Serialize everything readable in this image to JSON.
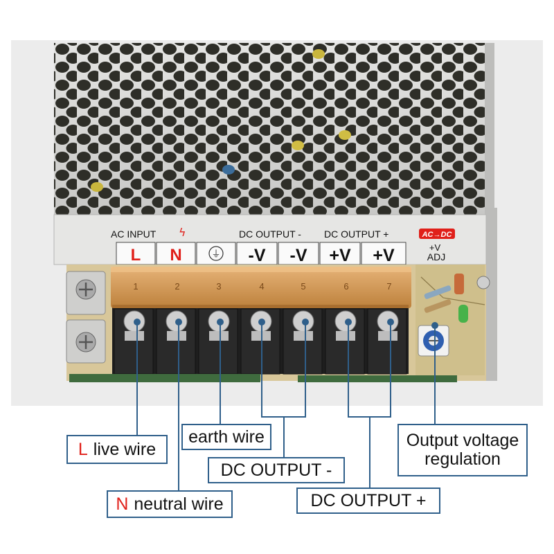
{
  "panel": {
    "ac_input": "AC INPUT",
    "lightning_symbol": "ϟ",
    "dc_output_minus": "DC OUTPUT -",
    "dc_output_plus": "DC OUTPUT +",
    "acdc_badge": "AC→DC",
    "terminals": [
      "L",
      "N",
      "⏚",
      "-V",
      "-V",
      "+V",
      "+V"
    ],
    "adj_top": "+V",
    "adj_bottom": "ADJ",
    "terminal_numbers": [
      "1",
      "2",
      "3",
      "4",
      "5",
      "6",
      "7"
    ]
  },
  "callouts": {
    "live": {
      "letter": "L",
      "text": "live wire"
    },
    "neutral": {
      "letter": "N",
      "text": "neutral wire"
    },
    "earth": {
      "text": "earth wire"
    },
    "dc_minus": {
      "text": "DC OUTPUT -"
    },
    "dc_plus": {
      "text": "DC OUTPUT +"
    },
    "adj": {
      "line1": "Output voltage",
      "line2": "regulation"
    }
  },
  "colors": {
    "accent_red": "#e0201a",
    "line_blue": "#2f5f8a",
    "terminal_cover": "#d9964a"
  }
}
